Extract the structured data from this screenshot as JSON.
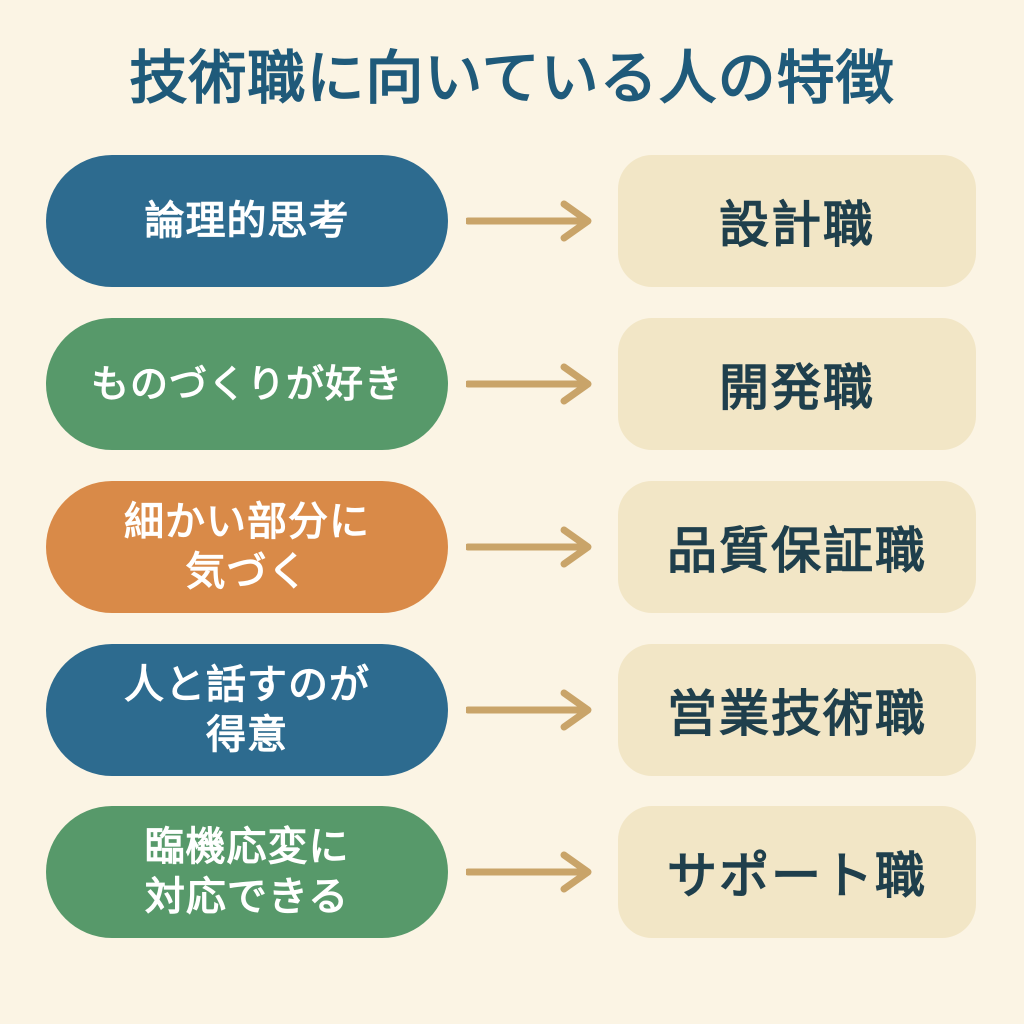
{
  "title": "技術職に向いている人の特徴",
  "colors": {
    "background": "#fbf4e4",
    "title": "#1f5a7a",
    "blue": "#2d6b8f",
    "green": "#57996a",
    "orange": "#d98a48",
    "arrow": "#c9a469",
    "job_box": "#f2e6c6",
    "job_text": "#1f3f4c"
  },
  "rows": [
    {
      "trait": "論理的思考",
      "trait_color": "#2d6b8f",
      "arrow_icon": "arrow-right-icon",
      "job": "設計職"
    },
    {
      "trait": "ものづくりが好き",
      "trait_color": "#57996a",
      "arrow_icon": "arrow-right-icon",
      "job": "開発職"
    },
    {
      "trait": "細かい部分に\n気づく",
      "trait_color": "#d98a48",
      "arrow_icon": "arrow-right-icon",
      "job": "品質保証職"
    },
    {
      "trait": "人と話すのが\n得意",
      "trait_color": "#2d6b8f",
      "arrow_icon": "arrow-right-icon",
      "job": "営業技術職"
    },
    {
      "trait": "臨機応変に\n対応できる",
      "trait_color": "#57996a",
      "arrow_icon": "arrow-right-icon",
      "job": "サポート職"
    }
  ]
}
